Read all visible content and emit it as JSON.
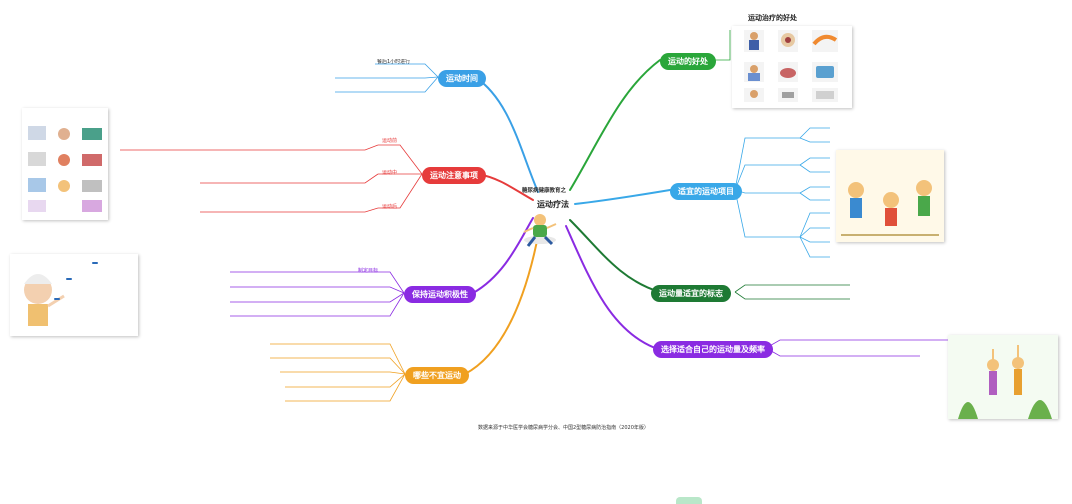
{
  "center": {
    "subtitle": "糖尿病健康教育之",
    "title": "运动疗法"
  },
  "benefits_card_title": "运动治疗的好处",
  "footer": "数据来源于中华医学会糖尿病学分会、中国2型糖尿病防治指南（2020年版）",
  "colors": {
    "red": "#e63b3b",
    "blue": "#3aa0e6",
    "green": "#2aa63a",
    "darkgreen": "#1e7a34",
    "purple": "#8a2be2",
    "orange": "#f0a020",
    "skyblue": "#39a8e8"
  },
  "branches": {
    "time": {
      "label": "运动时间",
      "lines": [
        "餐后1小时进行",
        "",
        ""
      ]
    },
    "attention": {
      "label": "运动注意事项",
      "paras": [
        "",
        "",
        ""
      ],
      "tags": [
        "运动前",
        "运动中",
        "运动后"
      ]
    },
    "persist": {
      "label": "保持运动积极性",
      "lines": [
        "",
        "",
        "",
        ""
      ],
      "tags": [
        "制定目标",
        "",
        "",
        ""
      ]
    },
    "unsuitable": {
      "label": "哪些不宜运动",
      "lines": [
        "",
        "",
        "",
        "",
        ""
      ]
    },
    "benefit": {
      "label": "运动的好处"
    },
    "suitable": {
      "label": "适宜的运动项目",
      "groups": [
        "",
        "",
        "",
        ""
      ],
      "items": [
        "",
        "",
        "",
        "",
        "",
        "",
        "",
        "",
        "",
        ""
      ]
    },
    "sign": {
      "label": "运动量适宜的标志",
      "lines": [
        "",
        ""
      ]
    },
    "choose": {
      "label": "选择适合自己的运动量及频率",
      "lines": [
        "",
        ""
      ]
    }
  },
  "left_card": {
    "title": ""
  },
  "left_stickies": [
    "",
    "",
    ""
  ]
}
